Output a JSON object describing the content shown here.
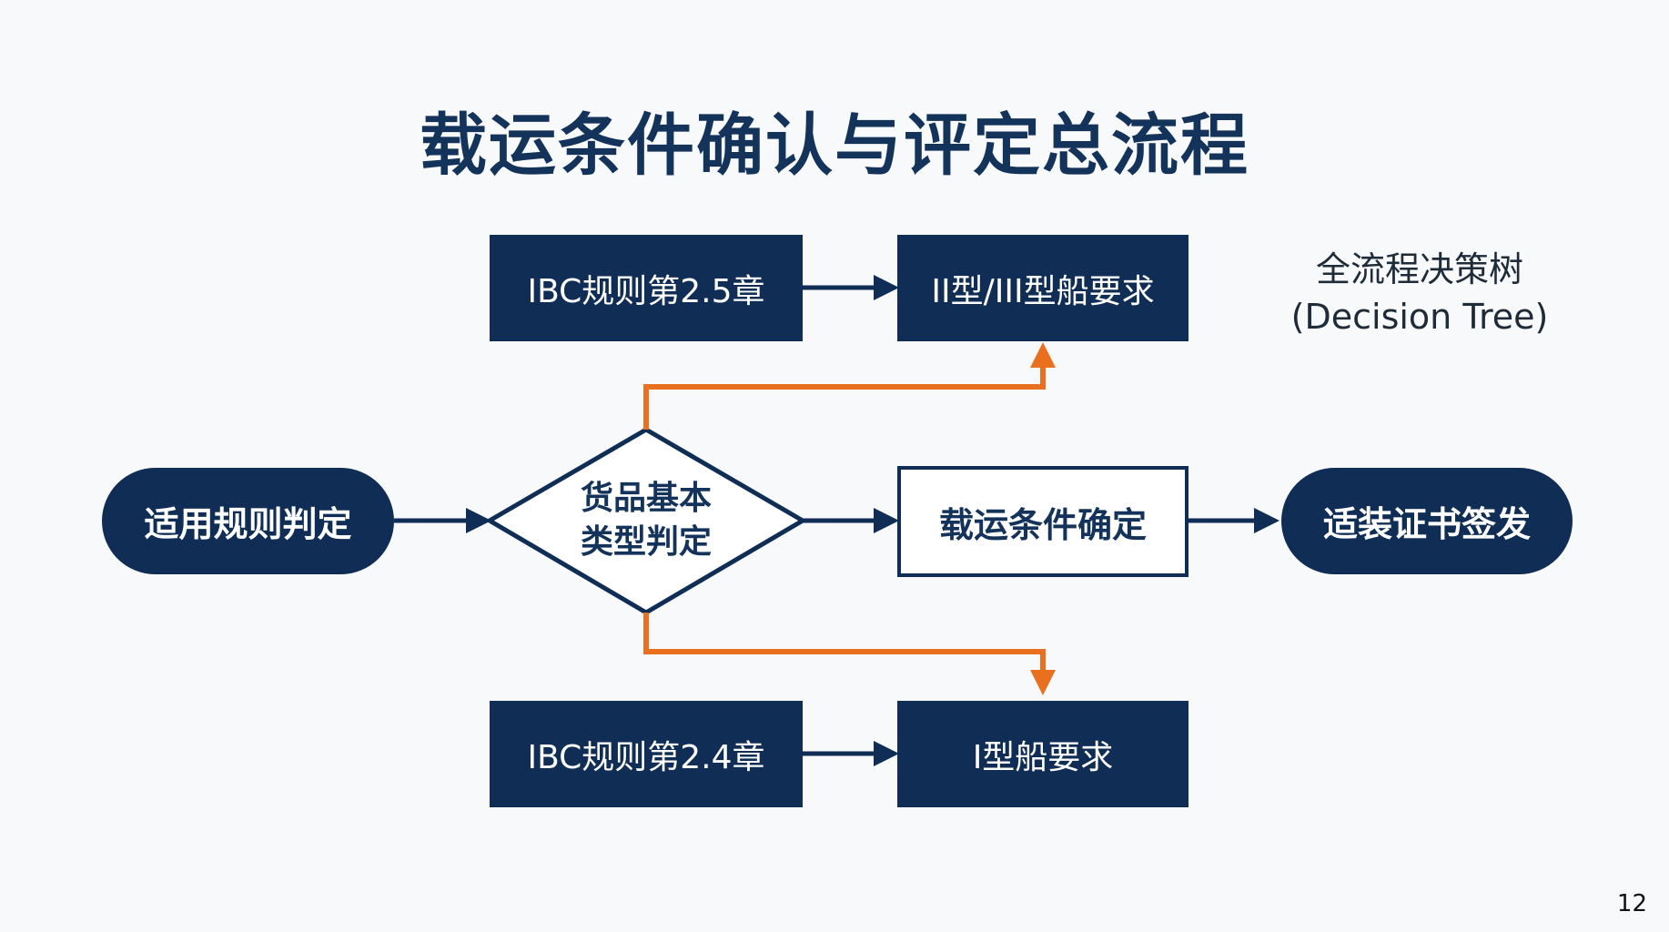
{
  "title": "载运条件确认与评定总流程",
  "side_note": {
    "line1": "全流程决策树",
    "line2": "(Decision Tree)"
  },
  "nodes": {
    "start": "适用规则判定",
    "decision_line1": "货品基本",
    "decision_line2": "类型判定",
    "ibc_25": "IBC规则第2.5章",
    "type23": "II型/III型船要求",
    "ibc_24": "IBC规则第2.4章",
    "type1": "I型船要求",
    "confirm": "载运条件确定",
    "end": "适装证书签发"
  },
  "colors": {
    "navy": "#0f2d55",
    "orange": "#e8701e"
  },
  "page_number": "12"
}
